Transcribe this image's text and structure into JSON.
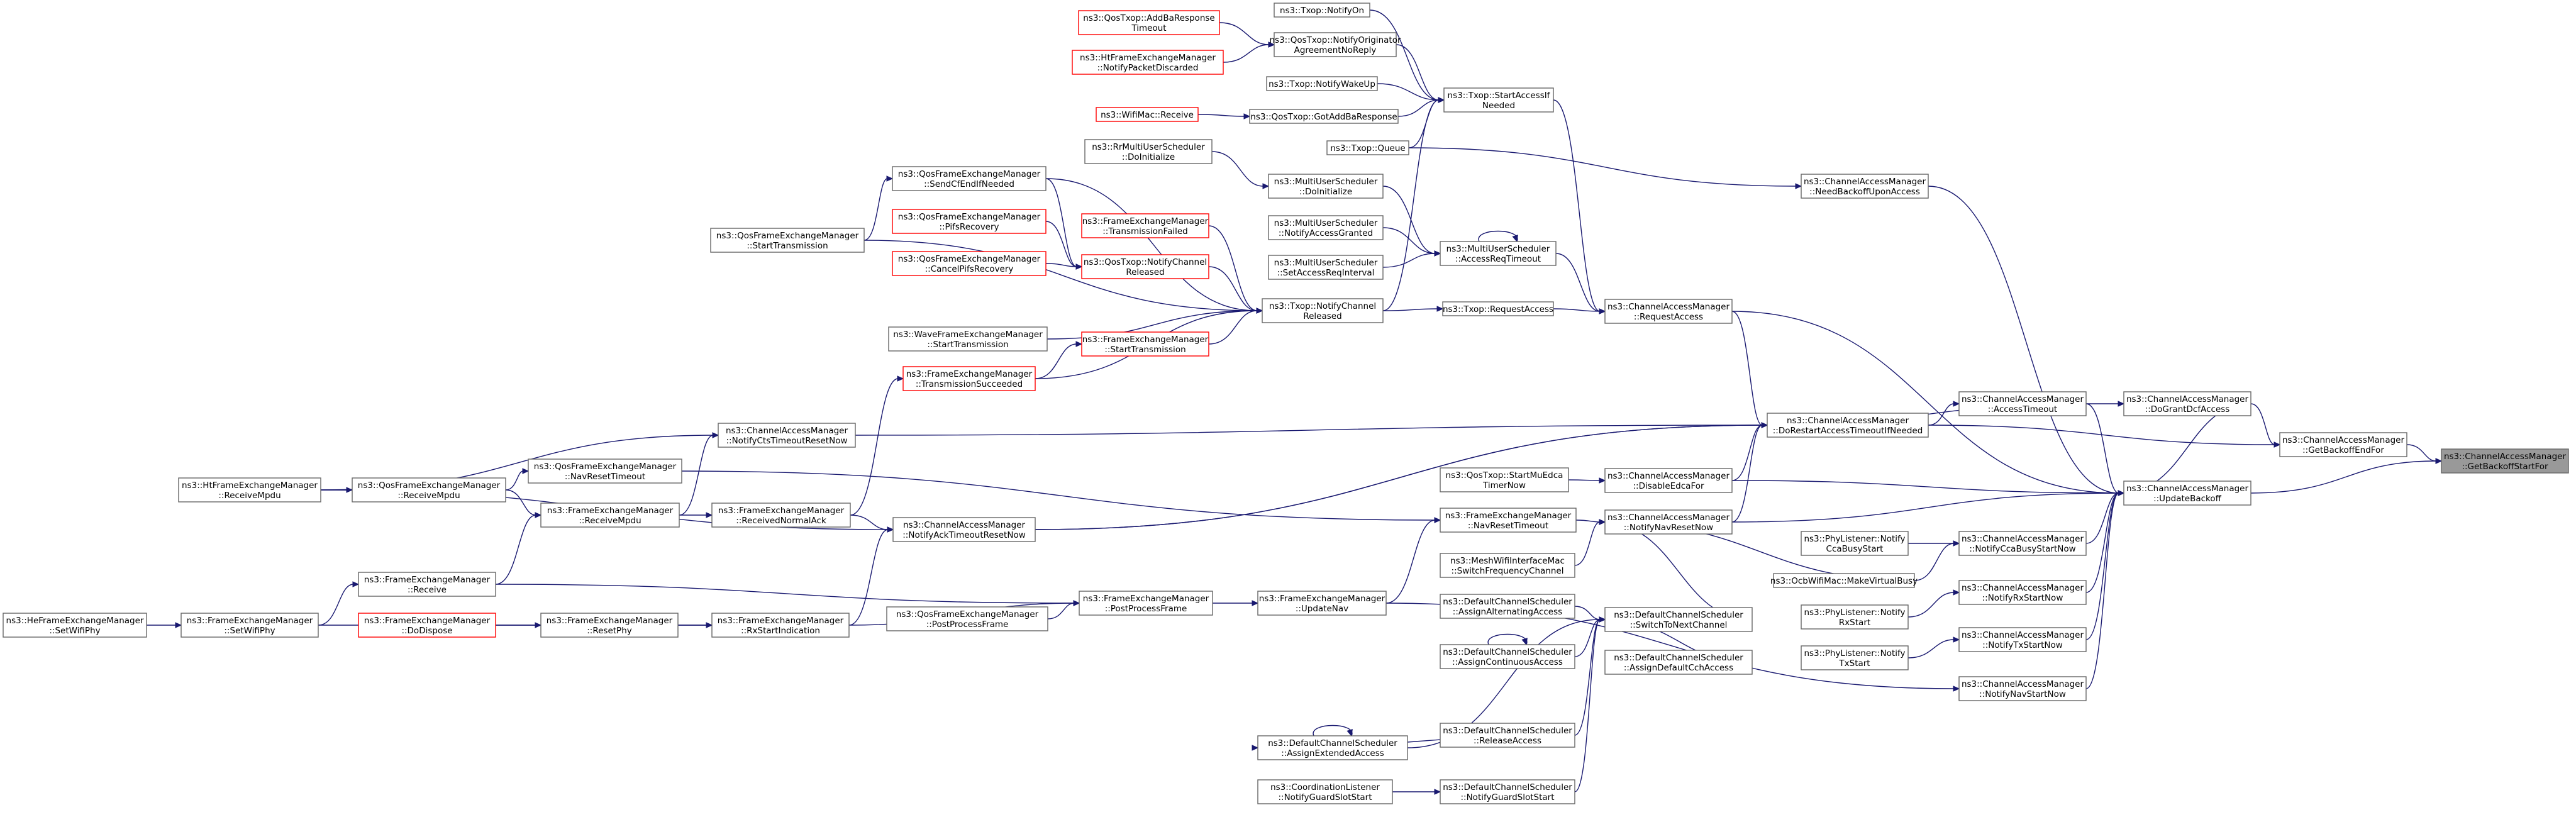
{
  "colors": {
    "edge": "#191970",
    "node_border": "#666666",
    "node_border_unresolved": "#ff0000",
    "focus_fill": "#999999",
    "background": "#ffffff"
  },
  "nodes": [
    {
      "id": "focus",
      "lines": [
        "ns3::ChannelAccessManager",
        "::GetBackoffStartFor"
      ],
      "style": "focus"
    },
    {
      "id": "getBackoffEndFor",
      "lines": [
        "ns3::ChannelAccessManager",
        "::GetBackoffEndFor"
      ],
      "style": "normal"
    },
    {
      "id": "updateBackoff",
      "lines": [
        "ns3::ChannelAccessManager",
        "::UpdateBackoff"
      ],
      "style": "normal"
    },
    {
      "id": "doGrantDcf",
      "lines": [
        "ns3::ChannelAccessManager",
        "::DoGrantDcfAccess"
      ],
      "style": "normal"
    },
    {
      "id": "needBackoff",
      "lines": [
        "ns3::ChannelAccessManager",
        "::NeedBackoffUponAccess"
      ],
      "style": "normal"
    },
    {
      "id": "accessTimeout",
      "lines": [
        "ns3::ChannelAccessManager",
        "::AccessTimeout"
      ],
      "style": "normal"
    },
    {
      "id": "doRestart",
      "lines": [
        "ns3::ChannelAccessManager",
        "::DoRestartAccessTimeoutIfNeeded"
      ],
      "style": "normal"
    },
    {
      "id": "requestAccess",
      "lines": [
        "ns3::ChannelAccessManager",
        "::RequestAccess"
      ],
      "style": "normal"
    },
    {
      "id": "disableEdca",
      "lines": [
        "ns3::ChannelAccessManager",
        "::DisableEdcaFor"
      ],
      "style": "normal"
    },
    {
      "id": "notifyNavReset",
      "lines": [
        "ns3::ChannelAccessManager",
        "::NotifyNavResetNow"
      ],
      "style": "normal"
    },
    {
      "id": "notifyCcaBusy",
      "lines": [
        "ns3::ChannelAccessManager",
        "::NotifyCcaBusyStartNow"
      ],
      "style": "normal"
    },
    {
      "id": "notifyRxStart",
      "lines": [
        "ns3::ChannelAccessManager",
        "::NotifyRxStartNow"
      ],
      "style": "normal"
    },
    {
      "id": "notifyTxStart",
      "lines": [
        "ns3::ChannelAccessManager",
        "::NotifyTxStartNow"
      ],
      "style": "normal"
    },
    {
      "id": "notifyNavStart",
      "lines": [
        "ns3::ChannelAccessManager",
        "::NotifyNavStartNow"
      ],
      "style": "normal"
    },
    {
      "id": "txopStartAccess",
      "lines": [
        "ns3::Txop::StartAccessIf",
        "Needed"
      ],
      "style": "normal"
    },
    {
      "id": "txopRequestAccess",
      "lines": [
        "ns3::Txop::RequestAccess"
      ],
      "style": "normal"
    },
    {
      "id": "muAccessReqTimeout",
      "lines": [
        "ns3::MultiUserScheduler",
        "::AccessReqTimeout"
      ],
      "style": "normal"
    },
    {
      "id": "txopNotifyChannelReleased",
      "lines": [
        "ns3::Txop::NotifyChannel",
        "Released"
      ],
      "style": "normal"
    },
    {
      "id": "txopNotifyOn",
      "lines": [
        "ns3::Txop::NotifyOn"
      ],
      "style": "normal"
    },
    {
      "id": "qosNotifyOrigAgreement",
      "lines": [
        "ns3::QosTxop::NotifyOriginator",
        "AgreementNoReply"
      ],
      "style": "normal"
    },
    {
      "id": "txopNotifyWakeUp",
      "lines": [
        "ns3::Txop::NotifyWakeUp"
      ],
      "style": "normal"
    },
    {
      "id": "qosGotAddBa",
      "lines": [
        "ns3::QosTxop::GotAddBaResponse"
      ],
      "style": "normal"
    },
    {
      "id": "txopQueue",
      "lines": [
        "ns3::Txop::Queue"
      ],
      "style": "normal"
    },
    {
      "id": "qosAddBaTimeout",
      "lines": [
        "ns3::QosTxop::AddBaResponse",
        "Timeout"
      ],
      "style": "red"
    },
    {
      "id": "htNotifyPacketDiscarded",
      "lines": [
        "ns3::HtFrameExchangeManager",
        "::NotifyPacketDiscarded"
      ],
      "style": "red"
    },
    {
      "id": "wifiMacReceive",
      "lines": [
        "ns3::WifiMac::Receive"
      ],
      "style": "red"
    },
    {
      "id": "rrDoInitialize",
      "lines": [
        "ns3::RrMultiUserScheduler",
        "::DoInitialize"
      ],
      "style": "normal"
    },
    {
      "id": "muDoInitialize",
      "lines": [
        "ns3::MultiUserScheduler",
        "::DoInitialize"
      ],
      "style": "normal"
    },
    {
      "id": "muNotifyAccessGranted",
      "lines": [
        "ns3::MultiUserScheduler",
        "::NotifyAccessGranted"
      ],
      "style": "normal"
    },
    {
      "id": "muSetAccessReqInterval",
      "lines": [
        "ns3::MultiUserScheduler",
        "::SetAccessReqInterval"
      ],
      "style": "normal"
    },
    {
      "id": "qfemSendCfEnd",
      "lines": [
        "ns3::QosFrameExchangeManager",
        "::SendCfEndIfNeeded"
      ],
      "style": "normal"
    },
    {
      "id": "qfemPifsRecovery",
      "lines": [
        "ns3::QosFrameExchangeManager",
        "::PifsRecovery"
      ],
      "style": "red"
    },
    {
      "id": "qfemCancelPifs",
      "lines": [
        "ns3::QosFrameExchangeManager",
        "::CancelPifsRecovery"
      ],
      "style": "red"
    },
    {
      "id": "qfemStartTransmission",
      "lines": [
        "ns3::QosFrameExchangeManager",
        "::StartTransmission"
      ],
      "style": "normal"
    },
    {
      "id": "femTransmissionFailed",
      "lines": [
        "ns3::FrameExchangeManager",
        "::TransmissionFailed"
      ],
      "style": "red"
    },
    {
      "id": "qosNotifyChannelReleased",
      "lines": [
        "ns3::QosTxop::NotifyChannel",
        "Released"
      ],
      "style": "red"
    },
    {
      "id": "waveStartTransmission",
      "lines": [
        "ns3::WaveFrameExchangeManager",
        "::StartTransmission"
      ],
      "style": "normal"
    },
    {
      "id": "femStartTransmission",
      "lines": [
        "ns3::FrameExchangeManager",
        "::StartTransmission"
      ],
      "style": "red"
    },
    {
      "id": "femTransmissionSucceeded",
      "lines": [
        "ns3::FrameExchangeManager",
        "::TransmissionSucceeded"
      ],
      "style": "red"
    },
    {
      "id": "camNotifyCtsTimeout",
      "lines": [
        "ns3::ChannelAccessManager",
        "::NotifyCtsTimeoutResetNow"
      ],
      "style": "normal"
    },
    {
      "id": "qfemNavResetTimeout",
      "lines": [
        "ns3::QosFrameExchangeManager",
        "::NavResetTimeout"
      ],
      "style": "normal"
    },
    {
      "id": "htReceiveMpdu",
      "lines": [
        "ns3::HtFrameExchangeManager",
        "::ReceiveMpdu"
      ],
      "style": "normal"
    },
    {
      "id": "qfemReceiveMpdu",
      "lines": [
        "ns3::QosFrameExchangeManager",
        "::ReceiveMpdu"
      ],
      "style": "normal"
    },
    {
      "id": "femReceiveMpdu",
      "lines": [
        "ns3::FrameExchangeManager",
        "::ReceiveMpdu"
      ],
      "style": "normal"
    },
    {
      "id": "femReceivedNormalAck",
      "lines": [
        "ns3::FrameExchangeManager",
        "::ReceivedNormalAck"
      ],
      "style": "normal"
    },
    {
      "id": "camNotifyAckTimeout",
      "lines": [
        "ns3::ChannelAccessManager",
        "::NotifyAckTimeoutResetNow"
      ],
      "style": "normal"
    },
    {
      "id": "femReceive",
      "lines": [
        "ns3::FrameExchangeManager",
        "::Receive"
      ],
      "style": "normal"
    },
    {
      "id": "heSetWifiPhy",
      "lines": [
        "ns3::HeFrameExchangeManager",
        "::SetWifiPhy"
      ],
      "style": "normal"
    },
    {
      "id": "femSetWifiPhy",
      "lines": [
        "ns3::FrameExchangeManager",
        "::SetWifiPhy"
      ],
      "style": "normal"
    },
    {
      "id": "femDoDispose",
      "lines": [
        "ns3::FrameExchangeManager",
        "::DoDispose"
      ],
      "style": "red"
    },
    {
      "id": "femResetPhy",
      "lines": [
        "ns3::FrameExchangeManager",
        "::ResetPhy"
      ],
      "style": "normal"
    },
    {
      "id": "femRxStartIndication",
      "lines": [
        "ns3::FrameExchangeManager",
        "::RxStartIndication"
      ],
      "style": "normal"
    },
    {
      "id": "qfemPostProcess",
      "lines": [
        "ns3::QosFrameExchangeManager",
        "::PostProcessFrame"
      ],
      "style": "normal"
    },
    {
      "id": "femPostProcess",
      "lines": [
        "ns3::FrameExchangeManager",
        "::PostProcessFrame"
      ],
      "style": "normal"
    },
    {
      "id": "femUpdateNav",
      "lines": [
        "ns3::FrameExchangeManager",
        "::UpdateNav"
      ],
      "style": "normal"
    },
    {
      "id": "femNavResetTimeout",
      "lines": [
        "ns3::FrameExchangeManager",
        "::NavResetTimeout"
      ],
      "style": "normal"
    },
    {
      "id": "qosStartMuEdca",
      "lines": [
        "ns3::QosTxop::StartMuEdca",
        "TimerNow"
      ],
      "style": "normal"
    },
    {
      "id": "meshSwitchFreq",
      "lines": [
        "ns3::MeshWifiInterfaceMac",
        "::SwitchFrequencyChannel"
      ],
      "style": "normal"
    },
    {
      "id": "dcsAssignAlternating",
      "lines": [
        "ns3::DefaultChannelScheduler",
        "::AssignAlternatingAccess"
      ],
      "style": "normal"
    },
    {
      "id": "dcsAssignContinuous",
      "lines": [
        "ns3::DefaultChannelScheduler",
        "::AssignContinuousAccess"
      ],
      "style": "normal"
    },
    {
      "id": "dcsSwitchToNext",
      "lines": [
        "ns3::DefaultChannelScheduler",
        "::SwitchToNextChannel"
      ],
      "style": "normal"
    },
    {
      "id": "dcsAssignDefaultCch",
      "lines": [
        "ns3::DefaultChannelScheduler",
        "::AssignDefaultCchAccess"
      ],
      "style": "normal"
    },
    {
      "id": "dcsAssignExtended",
      "lines": [
        "ns3::DefaultChannelScheduler",
        "::AssignExtendedAccess"
      ],
      "style": "normal"
    },
    {
      "id": "dcsReleaseAccess",
      "lines": [
        "ns3::DefaultChannelScheduler",
        "::ReleaseAccess"
      ],
      "style": "normal"
    },
    {
      "id": "coordNotifyGuardSlot",
      "lines": [
        "ns3::CoordinationListener",
        "::NotifyGuardSlotStart"
      ],
      "style": "normal"
    },
    {
      "id": "dcsNotifyGuardSlot",
      "lines": [
        "ns3::DefaultChannelScheduler",
        "::NotifyGuardSlotStart"
      ],
      "style": "normal"
    },
    {
      "id": "ocbMakeVirtualBusy",
      "lines": [
        "ns3::OcbWifiMac::MakeVirtualBusy"
      ],
      "style": "normal"
    },
    {
      "id": "phyNotifyCcaBusy",
      "lines": [
        "ns3::PhyListener::Notify",
        "CcaBusyStart"
      ],
      "style": "normal"
    },
    {
      "id": "phyNotifyRxStart",
      "lines": [
        "ns3::PhyListener::Notify",
        "RxStart"
      ],
      "style": "normal"
    },
    {
      "id": "phyNotifyTxStart",
      "lines": [
        "ns3::PhyListener::Notify",
        "TxStart"
      ],
      "style": "normal"
    }
  ],
  "edges": [
    [
      "getBackoffEndFor",
      "focus"
    ],
    [
      "updateBackoff",
      "focus"
    ],
    [
      "doGrantDcf",
      "getBackoffEndFor"
    ],
    [
      "doRestart",
      "getBackoffEndFor"
    ],
    [
      "needBackoff",
      "updateBackoff"
    ],
    [
      "doGrantDcf",
      "updateBackoff"
    ],
    [
      "accessTimeout",
      "updateBackoff"
    ],
    [
      "requestAccess",
      "updateBackoff"
    ],
    [
      "disableEdca",
      "updateBackoff"
    ],
    [
      "notifyNavReset",
      "updateBackoff"
    ],
    [
      "notifyCcaBusy",
      "updateBackoff"
    ],
    [
      "notifyRxStart",
      "updateBackoff"
    ],
    [
      "notifyTxStart",
      "updateBackoff"
    ],
    [
      "notifyNavStart",
      "updateBackoff"
    ],
    [
      "accessTimeout",
      "doGrantDcf"
    ],
    [
      "doRestart",
      "accessTimeout"
    ],
    [
      "accessTimeout",
      "doRestart"
    ],
    [
      "requestAccess",
      "doRestart"
    ],
    [
      "disableEdca",
      "doRestart"
    ],
    [
      "notifyNavReset",
      "doRestart"
    ],
    [
      "camNotifyCtsTimeout",
      "doRestart"
    ],
    [
      "camNotifyAckTimeout",
      "doRestart"
    ],
    [
      "txopStartAccess",
      "requestAccess"
    ],
    [
      "txopRequestAccess",
      "requestAccess"
    ],
    [
      "muAccessReqTimeout",
      "requestAccess"
    ],
    [
      "txopQueue",
      "needBackoff"
    ],
    [
      "qosStartMuEdca",
      "disableEdca"
    ],
    [
      "femNavResetTimeout",
      "notifyNavReset"
    ],
    [
      "meshSwitchFreq",
      "notifyNavReset"
    ],
    [
      "dcsSwitchToNext",
      "notifyNavReset"
    ],
    [
      "ocbMakeVirtualBusy",
      "notifyNavReset"
    ],
    [
      "phyNotifyCcaBusy",
      "notifyCcaBusy"
    ],
    [
      "ocbMakeVirtualBusy",
      "notifyCcaBusy"
    ],
    [
      "phyNotifyRxStart",
      "notifyRxStart"
    ],
    [
      "phyNotifyTxStart",
      "notifyTxStart"
    ],
    [
      "femUpdateNav",
      "notifyNavStart"
    ],
    [
      "txopNotifyOn",
      "txopStartAccess"
    ],
    [
      "qosNotifyOrigAgreement",
      "txopStartAccess"
    ],
    [
      "txopNotifyWakeUp",
      "txopStartAccess"
    ],
    [
      "qosGotAddBa",
      "txopStartAccess"
    ],
    [
      "txopQueue",
      "txopStartAccess"
    ],
    [
      "txopNotifyChannelReleased",
      "txopStartAccess"
    ],
    [
      "qosAddBaTimeout",
      "qosNotifyOrigAgreement"
    ],
    [
      "htNotifyPacketDiscarded",
      "qosNotifyOrigAgreement"
    ],
    [
      "wifiMacReceive",
      "qosGotAddBa"
    ],
    [
      "txopNotifyChannelReleased",
      "txopRequestAccess"
    ],
    [
      "muDoInitialize",
      "muAccessReqTimeout"
    ],
    [
      "muNotifyAccessGranted",
      "muAccessReqTimeout"
    ],
    [
      "muSetAccessReqInterval",
      "muAccessReqTimeout"
    ],
    [
      "muAccessReqTimeout",
      "muAccessReqTimeout"
    ],
    [
      "rrDoInitialize",
      "muDoInitialize"
    ],
    [
      "qfemSendCfEnd",
      "txopNotifyChannelReleased"
    ],
    [
      "qfemStartTransmission",
      "txopNotifyChannelReleased"
    ],
    [
      "femTransmissionFailed",
      "txopNotifyChannelReleased"
    ],
    [
      "qosNotifyChannelReleased",
      "txopNotifyChannelReleased"
    ],
    [
      "waveStartTransmission",
      "txopNotifyChannelReleased"
    ],
    [
      "femStartTransmission",
      "txopNotifyChannelReleased"
    ],
    [
      "femTransmissionSucceeded",
      "txopNotifyChannelReleased"
    ],
    [
      "qfemSendCfEnd",
      "qosNotifyChannelReleased"
    ],
    [
      "qfemPifsRecovery",
      "qosNotifyChannelReleased"
    ],
    [
      "qfemCancelPifs",
      "qosNotifyChannelReleased"
    ],
    [
      "qfemStartTransmission",
      "qfemSendCfEnd"
    ],
    [
      "femTransmissionSucceeded",
      "femStartTransmission"
    ],
    [
      "femReceivedNormalAck",
      "femTransmissionSucceeded"
    ],
    [
      "femReceiveMpdu",
      "femReceivedNormalAck"
    ],
    [
      "femReceivedNormalAck",
      "camNotifyAckTimeout"
    ],
    [
      "femReceiveMpdu",
      "camNotifyCtsTimeout"
    ],
    [
      "htReceiveMpdu",
      "camNotifyCtsTimeout"
    ],
    [
      "femRxStartIndication",
      "camNotifyAckTimeout"
    ],
    [
      "htReceiveMpdu",
      "camNotifyAckTimeout"
    ],
    [
      "qfemReceiveMpdu",
      "qfemNavResetTimeout"
    ],
    [
      "htReceiveMpdu",
      "qfemReceiveMpdu"
    ],
    [
      "qfemReceiveMpdu",
      "femReceiveMpdu"
    ],
    [
      "femReceive",
      "femReceiveMpdu"
    ],
    [
      "femSetWifiPhy",
      "femReceive"
    ],
    [
      "heSetWifiPhy",
      "femSetWifiPhy"
    ],
    [
      "femDoDispose",
      "femResetPhy"
    ],
    [
      "femResetPhy",
      "femRxStartIndication"
    ],
    [
      "femSetWifiPhy",
      "femRxStartIndication"
    ],
    [
      "femReceive",
      "femPostProcess"
    ],
    [
      "qfemPostProcess",
      "femPostProcess"
    ],
    [
      "femRxStartIndication",
      "femPostProcess"
    ],
    [
      "femPostProcess",
      "femUpdateNav"
    ],
    [
      "femUpdateNav",
      "femNavResetTimeout"
    ],
    [
      "qfemNavResetTimeout",
      "femNavResetTimeout"
    ],
    [
      "camNotifyAckTimeout",
      "doRestart"
    ],
    [
      "dcsAssignAlternating",
      "dcsSwitchToNext"
    ],
    [
      "dcsAssignContinuous",
      "dcsSwitchToNext"
    ],
    [
      "dcsAssignContinuous",
      "dcsAssignContinuous"
    ],
    [
      "dcsAssignDefaultCch",
      "dcsSwitchToNext"
    ],
    [
      "dcsAssignExtended",
      "dcsSwitchToNext"
    ],
    [
      "dcsAssignExtended",
      "dcsAssignExtended"
    ],
    [
      "dcsReleaseAccess",
      "dcsSwitchToNext"
    ],
    [
      "dcsReleaseAccess",
      "dcsAssignExtended"
    ],
    [
      "dcsNotifyGuardSlot",
      "dcsSwitchToNext"
    ],
    [
      "coordNotifyGuardSlot",
      "dcsNotifyGuardSlot"
    ]
  ]
}
